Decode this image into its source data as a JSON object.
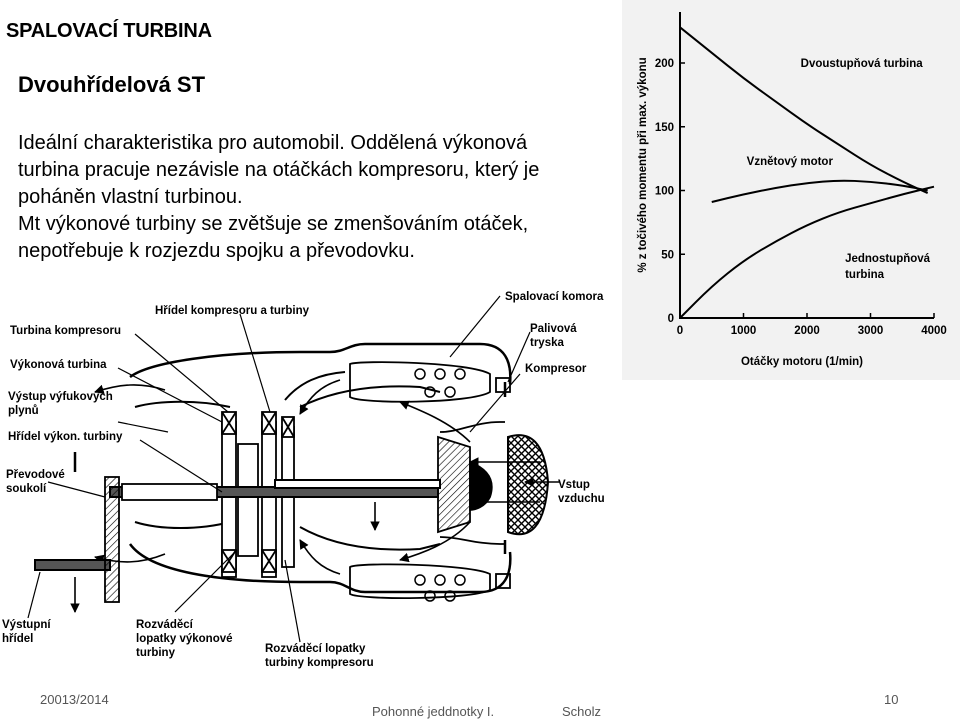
{
  "slide": {
    "title": "SPALOVACÍ  TURBINA",
    "subtitle": "Dvouhřídelová ST",
    "body_lines": [
      "Ideální charakteristika pro automobil. Oddělená výkonová",
      "turbina pracuje nezávisle na otáčkách kompresoru, který je",
      "poháněn vlastní turbinou.",
      "Mt výkonové turbiny se zvětšuje se zmenšováním otáček,",
      "nepotřebuje k rozjezdu spojku a převodovku."
    ]
  },
  "chart_data": {
    "type": "line",
    "xlabel": "Otáčky motoru  (1/min)",
    "ylabel": "% z točivého momentu při max. výkonu",
    "xlim": [
      0,
      4000
    ],
    "ylim": [
      0,
      240
    ],
    "xticks": [
      "0",
      "1000",
      "2000",
      "3000",
      "4000"
    ],
    "yticks": [
      "0",
      "50",
      "100",
      "150",
      "200"
    ],
    "series": [
      {
        "name": "Dvoustupňová turbina",
        "x": [
          0,
          500,
          1000,
          1500,
          2000,
          2500,
          3000,
          3500,
          3900
        ],
        "y": [
          228,
          208,
          188,
          170,
          152,
          136,
          120,
          107,
          98
        ]
      },
      {
        "name": "Vznětový motor",
        "x": [
          500,
          1000,
          1500,
          2000,
          2500,
          3000,
          3500,
          3900
        ],
        "y": [
          91,
          97,
          102,
          106,
          108,
          107,
          104,
          100
        ]
      },
      {
        "name": "Jednostupňová turbina",
        "x": [
          0,
          500,
          1000,
          1500,
          2000,
          2500,
          3000,
          3500,
          4000
        ],
        "y": [
          0,
          25,
          45,
          60,
          73,
          83,
          90,
          97,
          103
        ]
      }
    ],
    "grid": false
  },
  "diagram": {
    "labels": {
      "turbina_kompresoru": "Turbina kompresoru",
      "hridel_kompresoru": "Hřídel kompresoru a turbiny",
      "spalovaci_komora": "Spalovací komora",
      "palivova_tryska_1": "Palivová",
      "palivova_tryska_2": "tryska",
      "kompresor": "Kompresor",
      "vykonova_turbina": "Výkonová turbina",
      "vystup_vyfuk_1": "Výstup výfukových",
      "vystup_vyfuk_2": "plynů",
      "hridel_vykon": "Hřídel výkon. turbiny",
      "prevodove_1": "Převodové",
      "prevodove_2": "soukolí",
      "vstup_vzduchu_1": "Vstup",
      "vstup_vzduchu_2": "vzduchu",
      "vystupni_hridel_1": "Výstupní",
      "vystupni_hridel_2": "hřídel",
      "rozvadeci_vykon_1": "Rozváděcí",
      "rozvadeci_vykon_2": "lopatky výkonové",
      "rozvadeci_vykon_3": "turbiny",
      "rozvadeci_komp_1": "Rozváděcí lopatky",
      "rozvadeci_komp_2": "turbiny kompresoru"
    }
  },
  "footer": {
    "date": "20013/2014",
    "course": "Pohonné jeddnotky I.",
    "author": "Scholz",
    "page": "10"
  }
}
